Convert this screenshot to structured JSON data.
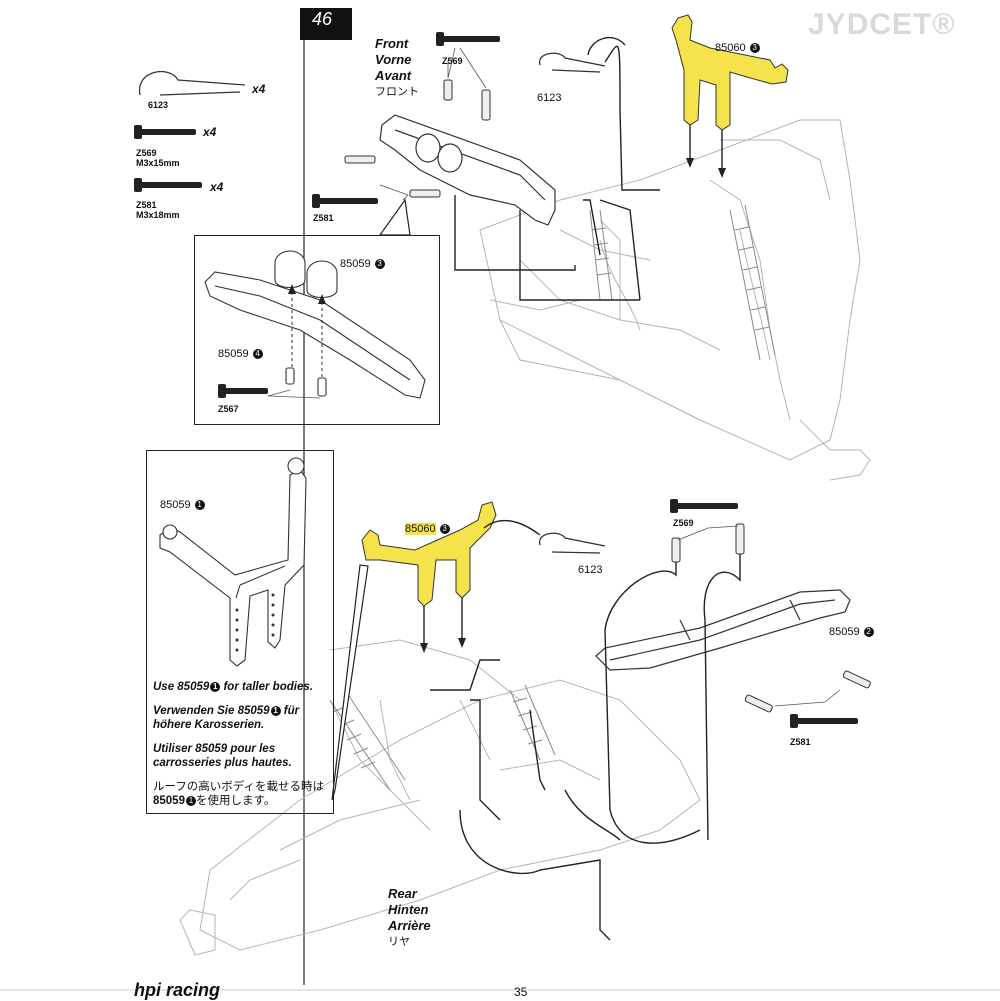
{
  "watermark": "JYDCET®",
  "step_number": "46",
  "page_number": "35",
  "brand": "hpi racing",
  "parts_list": {
    "items": [
      {
        "code": "6123",
        "qty": "x4",
        "desc": ""
      },
      {
        "code": "Z569",
        "qty": "x4",
        "desc": "M3x15mm"
      },
      {
        "code": "Z581",
        "qty": "x4",
        "desc": "M3x18mm"
      }
    ]
  },
  "front": {
    "en": "Front",
    "de": "Vorne",
    "fr": "Avant",
    "jp": "フロント"
  },
  "rear": {
    "en": "Rear",
    "de": "Hinten",
    "fr": "Arrière",
    "jp": "リヤ"
  },
  "callouts": {
    "top_z569": "Z569",
    "top_6123": "6123",
    "top_85060": "85060",
    "top_85060_num": "3",
    "top_z581": "Z581",
    "inset_85059_a": "85059",
    "inset_85059_a_num": "3",
    "inset_85059_b": "85059",
    "inset_85059_b_num": "4",
    "inset_z567": "Z567",
    "rear_85060": "85060",
    "rear_85060_num": "3",
    "rear_6123": "6123",
    "rear_z569": "Z569",
    "rear_85059": "85059",
    "rear_85059_num": "2",
    "rear_z581": "Z581",
    "note_85059": "85059",
    "note_85059_num": "1"
  },
  "note": {
    "en_pre": "Use 85059",
    "en_post": " for taller bodies.",
    "de_pre": "Verwenden Sie 85059",
    "de_post": " für höhere Karosserien.",
    "fr": "Utiliser 85059 pour les carrosseries plus hautes.",
    "jp_line1": "ルーフの高いボディを載せる時は",
    "jp_code": "85059",
    "jp_post": "を使用します。",
    "circle": "1"
  },
  "colors": {
    "highlight": "#f6e24a",
    "line": "#222222",
    "light_line": "#bbbbbb"
  }
}
